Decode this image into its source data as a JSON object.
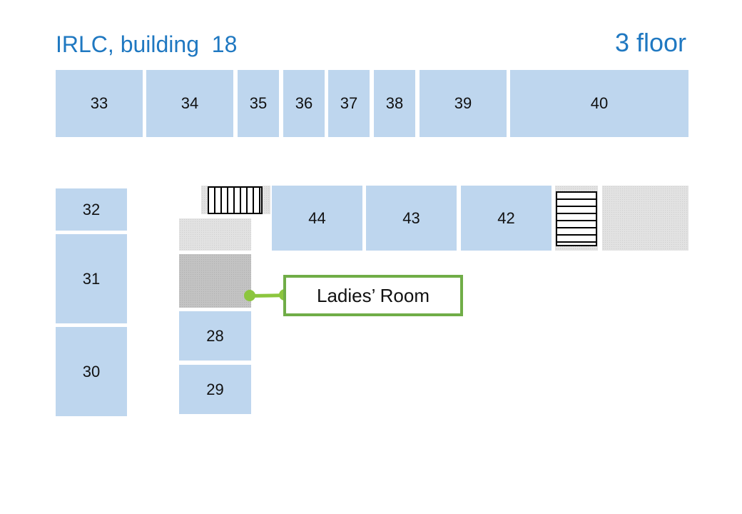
{
  "header": {
    "building": "IRLC, building  18",
    "floor": "3 floor"
  },
  "rooms": {
    "r33": "33",
    "r34": "34",
    "r35": "35",
    "r36": "36",
    "r37": "37",
    "r38": "38",
    "r39": "39",
    "r40": "40",
    "r32": "32",
    "r31": "31",
    "r30": "30",
    "r44": "44",
    "r43": "43",
    "r42": "42",
    "r28": "28",
    "r29": "29"
  },
  "callout": {
    "label": "Ladies’ Room"
  },
  "colors": {
    "title": "#1f78c1",
    "room_fill": "#bed6ee",
    "utility_fill": "#e2e2e2",
    "restroom_fill": "#c3c3c3",
    "callout_accent": "#70ad47"
  },
  "icons": {
    "stairs_left": "stairs-icon",
    "stairs_right": "stairs-icon"
  }
}
